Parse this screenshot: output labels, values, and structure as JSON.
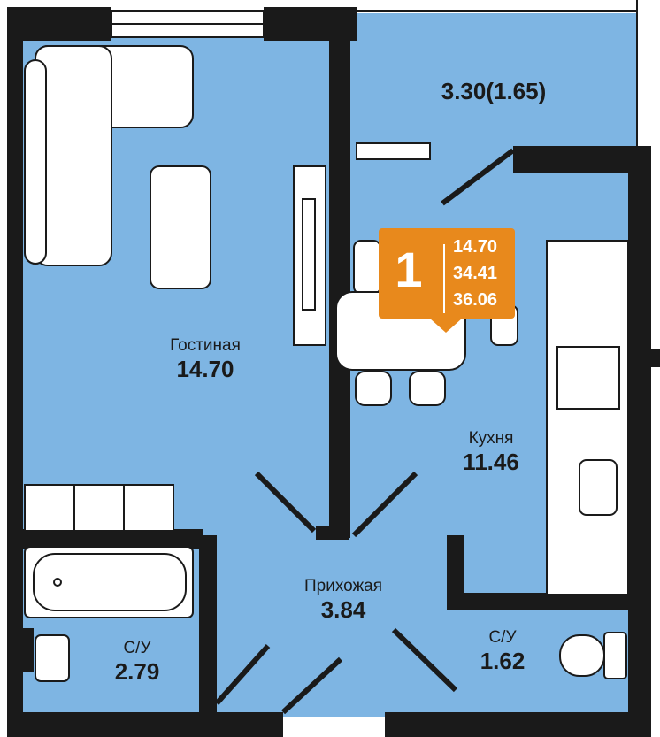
{
  "colors": {
    "floor": "#7EB5E3",
    "wall": "#1A1A1A",
    "badge": "#E8891C"
  },
  "badge": {
    "rooms": "1",
    "living_area": "14.70",
    "total_area": "34.41",
    "total_area_with_balcony": "36.06"
  },
  "rooms": [
    {
      "name": "Гостиная",
      "area": "14.70"
    },
    {
      "name": "Кухня",
      "area": "11.46"
    },
    {
      "name": "Прихожая",
      "area": "3.84"
    },
    {
      "name": "С/У",
      "area": "2.79"
    },
    {
      "name": "С/У",
      "area": "1.62"
    }
  ],
  "balcony": {
    "area": "3.30(1.65)"
  }
}
